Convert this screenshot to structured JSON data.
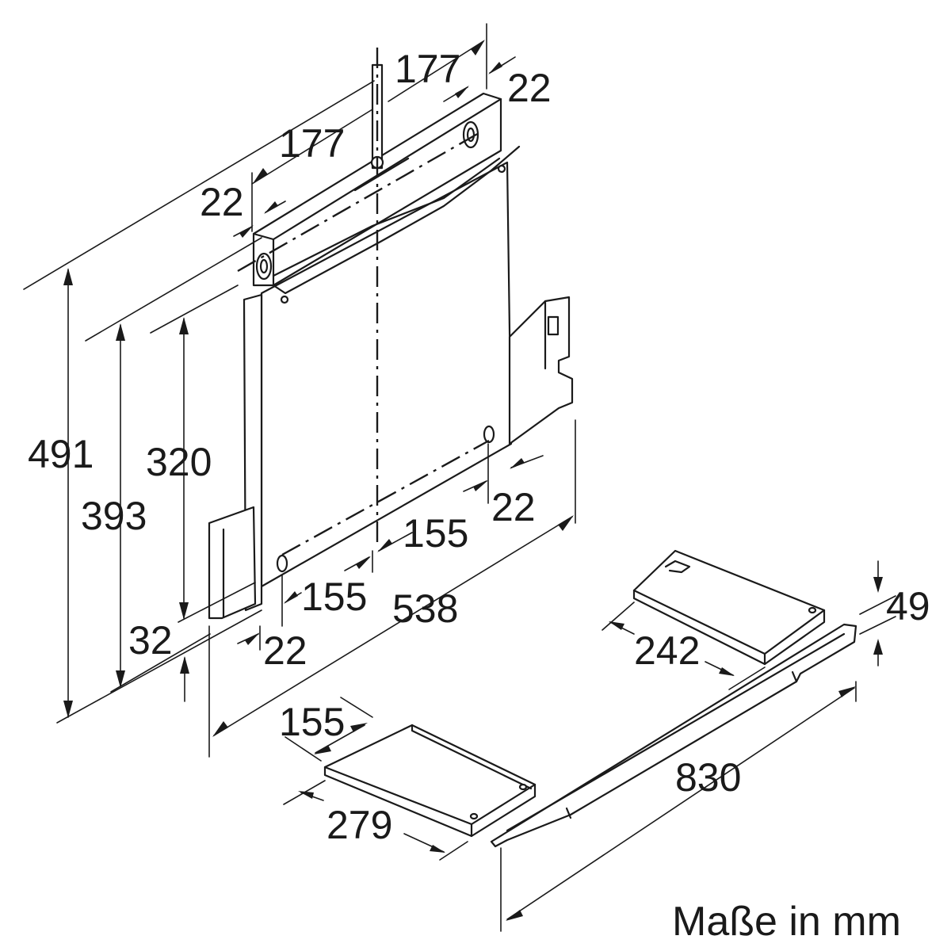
{
  "diagram": {
    "unit_note": "Maße in mm",
    "dimensions": {
      "top_right_width": "177",
      "top_right_edge": "22",
      "top_left_width": "177",
      "top_left_edge": "22",
      "height_total": "491",
      "height_mid": "393",
      "height_inner": "320",
      "bottom_offset": "32",
      "bottom_left_edge": "22",
      "right_lower_edge": "22",
      "hole_spacing_right": "155",
      "hole_spacing_left": "155",
      "depth_total": "538",
      "height_small": "49",
      "plate_right_width": "242",
      "plate_left_depth": "155",
      "plate_left_width": "279",
      "strip_length": "830"
    }
  }
}
